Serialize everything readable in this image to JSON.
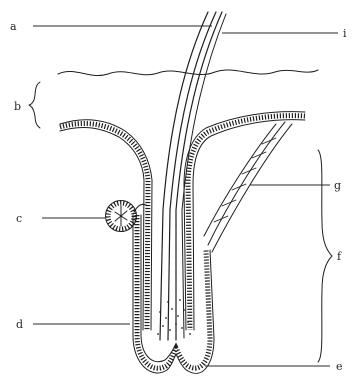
{
  "labels": {
    "a": "a",
    "b": "b",
    "c": "c",
    "d": "d",
    "e": "e",
    "f": "f",
    "g": "g",
    "i": "i"
  }
}
